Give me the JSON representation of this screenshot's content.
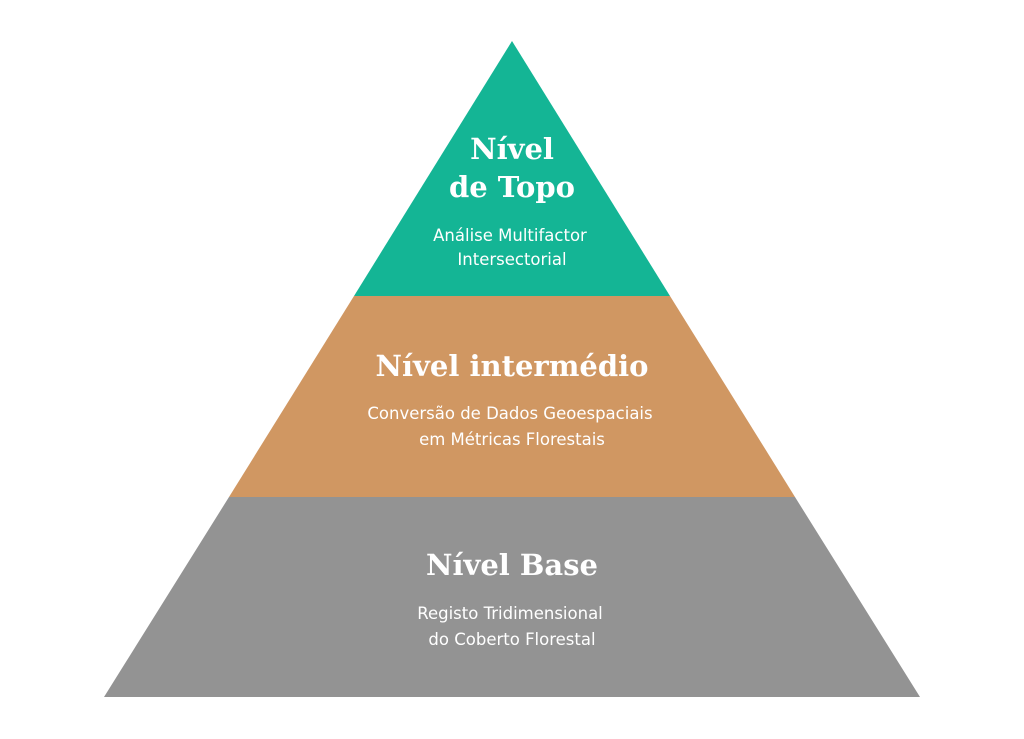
{
  "pyramid": {
    "colors": {
      "top": "#14b595",
      "middle": "#d09762",
      "base": "#939393",
      "text": "#ffffff"
    },
    "top": {
      "title_line1": "Nível",
      "title_line2": "de Topo",
      "desc_line1": "Análise Multifactor",
      "desc_line2": "Intersectorial"
    },
    "middle": {
      "title": "Nível intermédio",
      "desc_line1": "Conversão de Dados Geoespaciais",
      "desc_line2": "em Métricas Florestais"
    },
    "base": {
      "title": "Nível Base",
      "desc_line1": "Registo Tridimensional",
      "desc_line2": "do Coberto Florestal"
    }
  }
}
